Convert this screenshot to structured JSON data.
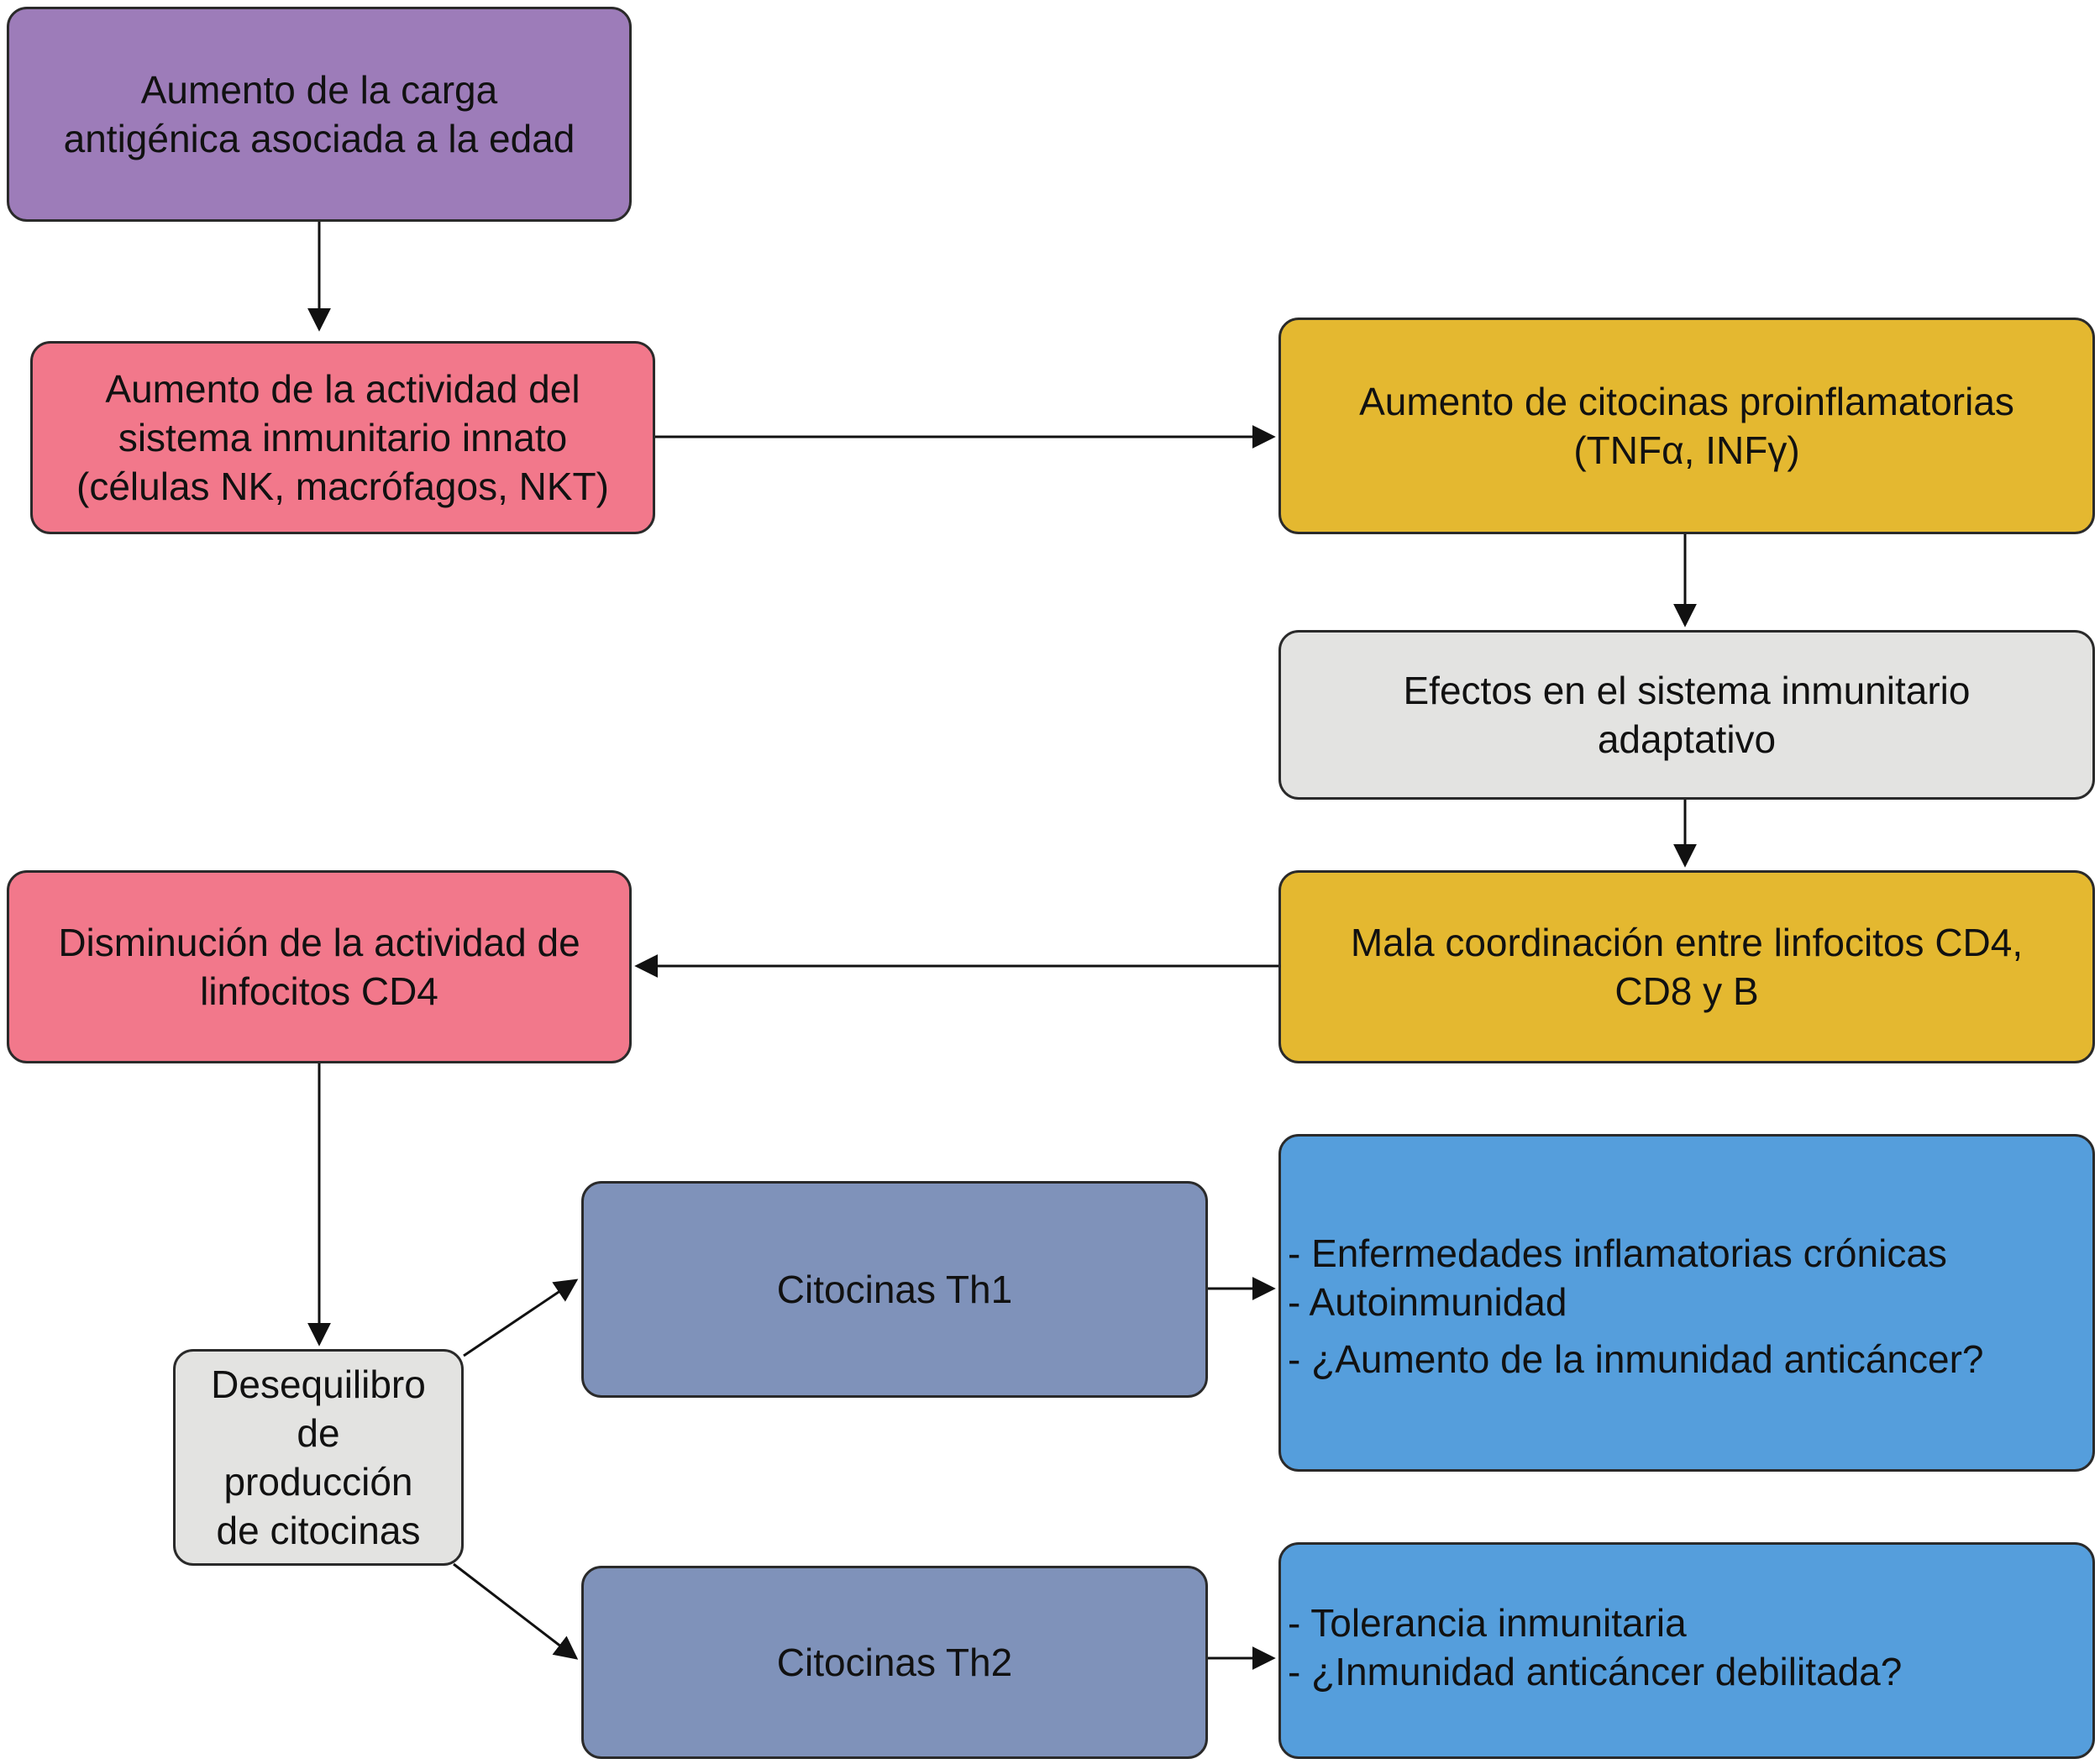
{
  "diagram": {
    "nodes": {
      "age_antigen_load": {
        "text": "Aumento de la carga\nantigénica asociada a la edad",
        "color": "#9d7cb9"
      },
      "innate_activity": {
        "text": "Aumento de la actividad del\nsistema inmunitario innato\n(células NK, macrófagos, NKT)",
        "color": "#f2788b"
      },
      "proinflammatory_cytokines": {
        "text": "Aumento de citocinas proinflamatorias\n(TNFα, INFγ)",
        "color": "#e4b830"
      },
      "adaptive_effects": {
        "text": "Efectos en el sistema inmunitario\nadaptativo",
        "color": "#e3e3e1"
      },
      "poor_coordination": {
        "text": "Mala coordinación entre linfocitos CD4,\nCD8 y B",
        "color": "#e4b830"
      },
      "cd4_decrease": {
        "text": "Disminución de la actividad de\nlinfocitos CD4",
        "color": "#f2788b"
      },
      "cytokine_imbalance": {
        "text": "Desequilibro\nde\nproducción\nde citocinas",
        "color": "#e3e3e1"
      },
      "th1_cytokines": {
        "text": "Citocinas Th1",
        "color": "#7f92ba"
      },
      "th2_cytokines": {
        "text": "Citocinas Th2",
        "color": "#7f92ba"
      },
      "th1_effects": {
        "items": [
          "- Enfermedades inflamatorias crónicas",
          "- Autoinmunidad",
          "- ¿Aumento de la inmunidad anticáncer?"
        ],
        "color": "#559edc"
      },
      "th2_effects": {
        "items": [
          "- Tolerancia inmunitaria",
          "- ¿Inmunidad anticáncer debilitada?"
        ],
        "color": "#559edc"
      }
    },
    "edges": [
      {
        "from": "age_antigen_load",
        "to": "innate_activity"
      },
      {
        "from": "innate_activity",
        "to": "proinflammatory_cytokines"
      },
      {
        "from": "proinflammatory_cytokines",
        "to": "adaptive_effects"
      },
      {
        "from": "adaptive_effects",
        "to": "poor_coordination"
      },
      {
        "from": "poor_coordination",
        "to": "cd4_decrease"
      },
      {
        "from": "cd4_decrease",
        "to": "cytokine_imbalance"
      },
      {
        "from": "cytokine_imbalance",
        "to": "th1_cytokines"
      },
      {
        "from": "cytokine_imbalance",
        "to": "th2_cytokines"
      },
      {
        "from": "th1_cytokines",
        "to": "th1_effects"
      },
      {
        "from": "th2_cytokines",
        "to": "th2_effects"
      }
    ],
    "colors": {
      "stroke": "#2a2a2a",
      "arrow": "#111111"
    }
  }
}
